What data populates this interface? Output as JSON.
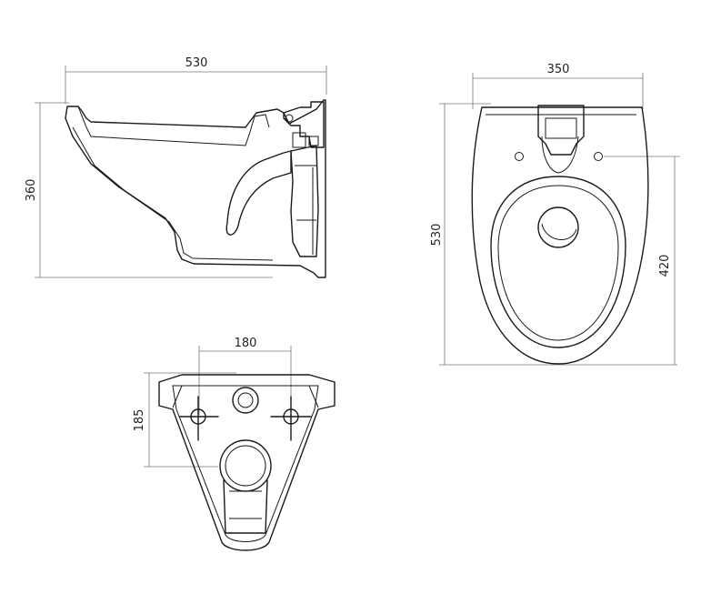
{
  "dimensions": {
    "side_width": "530",
    "side_height": "360",
    "top_width": "350",
    "top_length": "530",
    "top_hole_distance": "420",
    "back_hole_spacing": "180",
    "back_hole_height": "185"
  },
  "colors": {
    "line": "#1a1a1a",
    "dimension_line": "#777777",
    "background": "#ffffff"
  }
}
